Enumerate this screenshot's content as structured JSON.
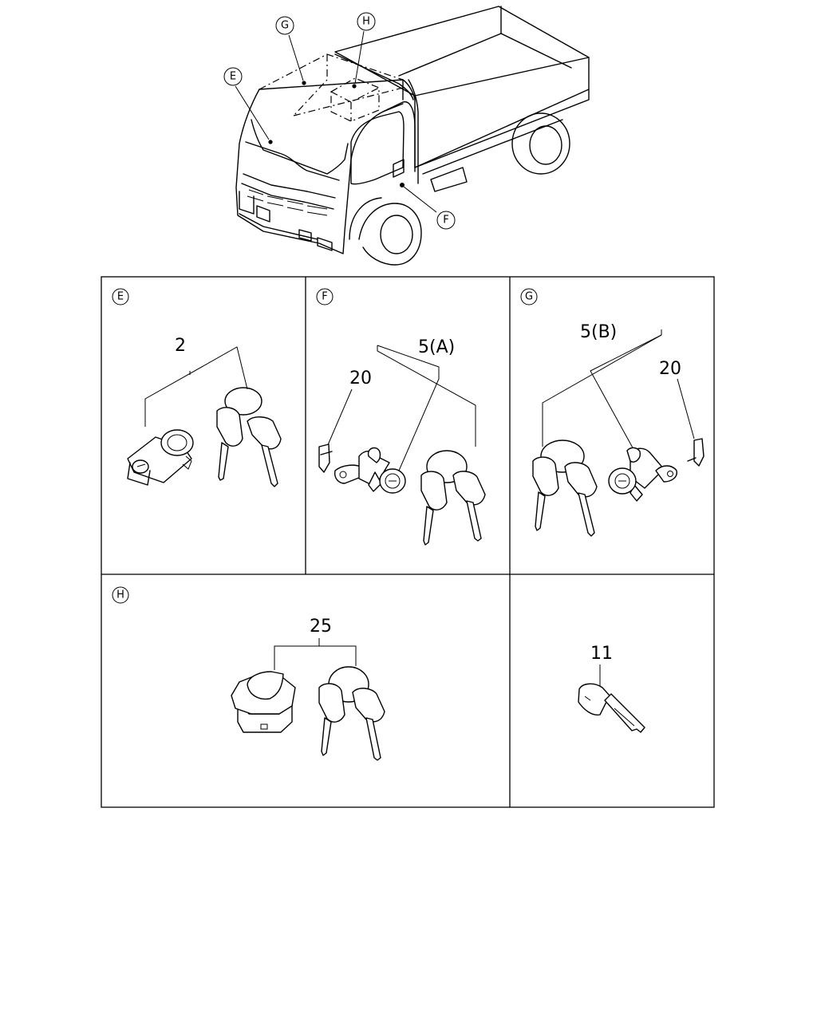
{
  "diagram": {
    "callouts": {
      "E": "E",
      "F": "F",
      "G": "G",
      "H": "H"
    },
    "panels": {
      "E": {
        "letter": "E",
        "part_labels": [
          "2"
        ]
      },
      "F": {
        "letter": "F",
        "part_labels": [
          "20",
          "5(A)"
        ]
      },
      "G": {
        "letter": "G",
        "part_labels": [
          "5(B)",
          "20"
        ]
      },
      "H": {
        "letter": "H",
        "part_labels": [
          "25"
        ]
      },
      "key": {
        "part_labels": [
          "11"
        ]
      }
    }
  }
}
